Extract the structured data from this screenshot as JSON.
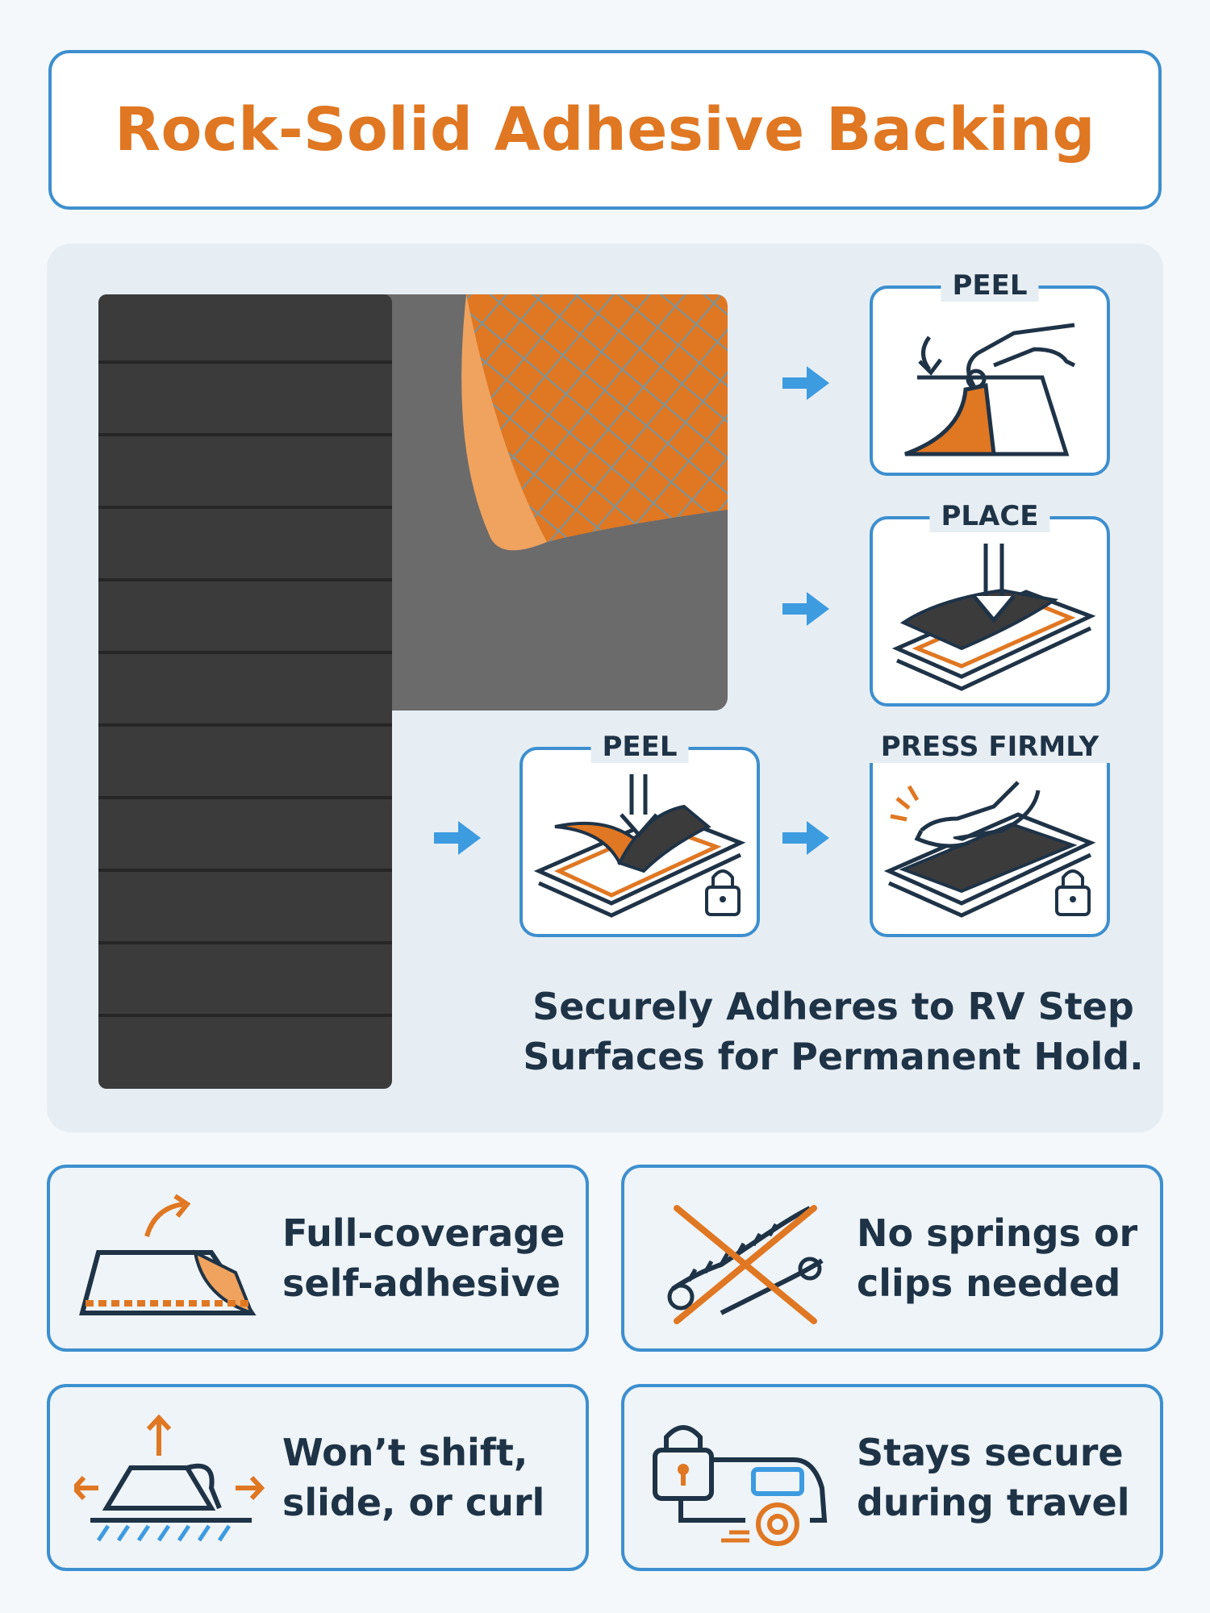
{
  "title": "Rock-Solid Adhesive Backing",
  "steps": [
    {
      "label": "PEEL",
      "icon": "hand-peel-icon"
    },
    {
      "label": "PLACE",
      "icon": "place-mat-icon"
    },
    {
      "label": "PEEL",
      "icon": "peel-liner-icon"
    },
    {
      "label": "PRESS FIRMLY",
      "icon": "press-hand-icon"
    }
  ],
  "tagline": {
    "line1": "Securely Adheres to RV Step",
    "line2": "Surfaces for Permanent Hold."
  },
  "features": [
    {
      "line1": "Full-coverage",
      "line2": "self-adhesive",
      "icon": "adhesive-peel-icon"
    },
    {
      "line1": "No springs or",
      "line2": "clips needed",
      "icon": "no-springs-icon"
    },
    {
      "line1": "Won’t shift,",
      "line2": "slide, or curl",
      "icon": "no-shift-icon"
    },
    {
      "line1": "Stays secure",
      "line2": "during travel",
      "icon": "rv-lock-icon"
    }
  ],
  "colors": {
    "accent_orange": "#e07722",
    "border_blue": "#3d8fcf",
    "text_navy": "#1f3347",
    "mat_dark": "#3b3b3c"
  }
}
